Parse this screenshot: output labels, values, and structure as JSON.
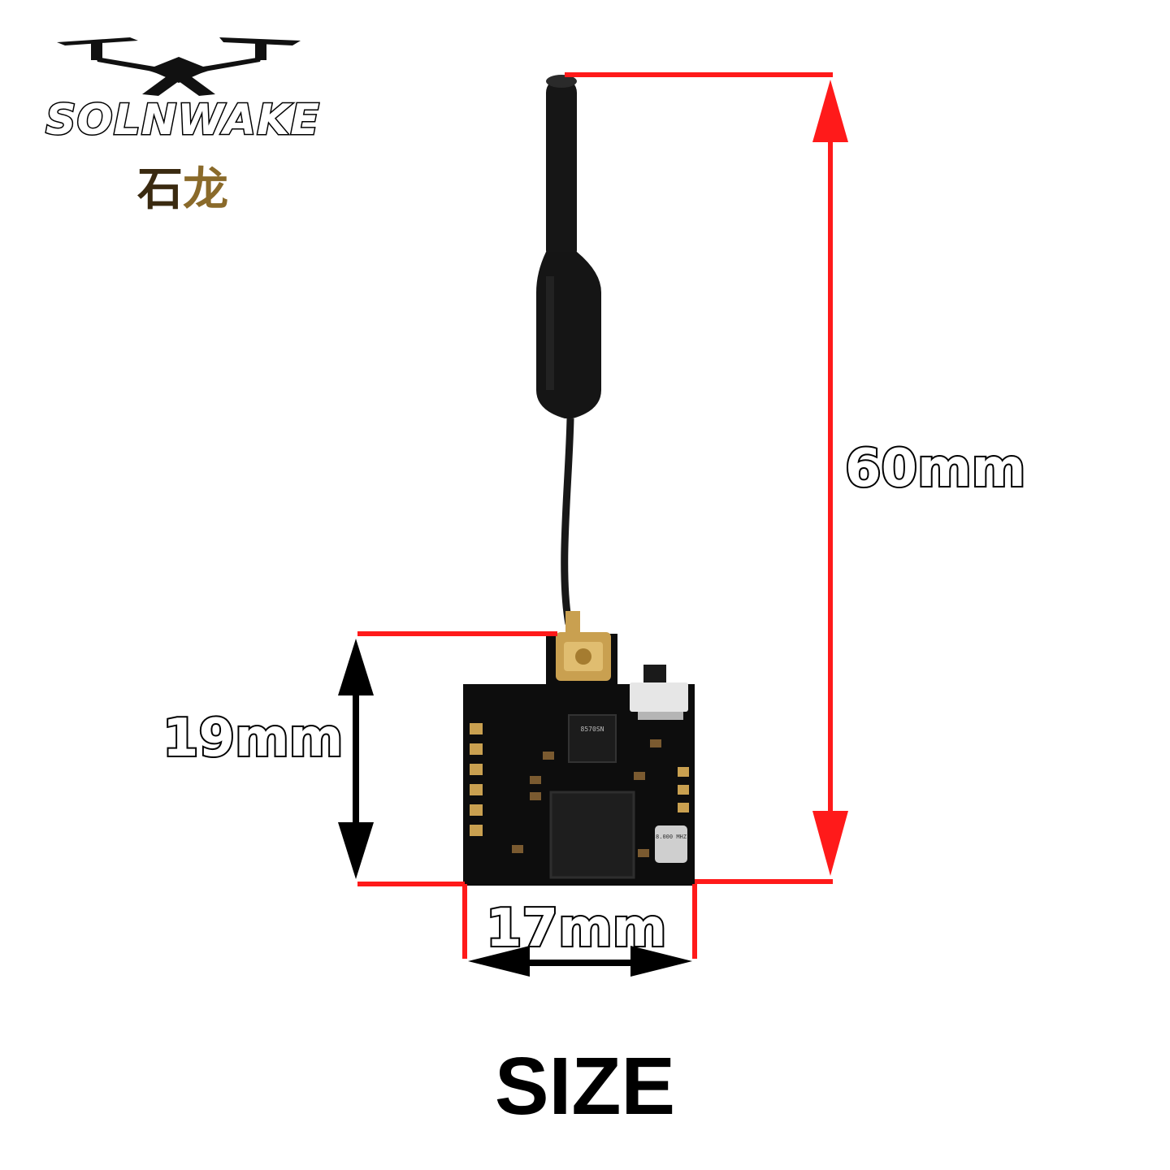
{
  "brand": {
    "name": "SOLNWAKE",
    "chinese_name_1": "石",
    "chinese_name_2": "龙"
  },
  "dimensions": {
    "height_label": "60mm",
    "board_height_label": "19mm",
    "board_width_label": "17mm"
  },
  "components": {
    "chip_marking": "8570SN",
    "crystal_label": "8.000 MHZ"
  },
  "title": "SIZE",
  "colors": {
    "dimension_line": "#ff1a1a",
    "arrow": "#000000",
    "pcb": "#0d0d0d",
    "antenna": "#161616",
    "gold": "#c9a050"
  }
}
